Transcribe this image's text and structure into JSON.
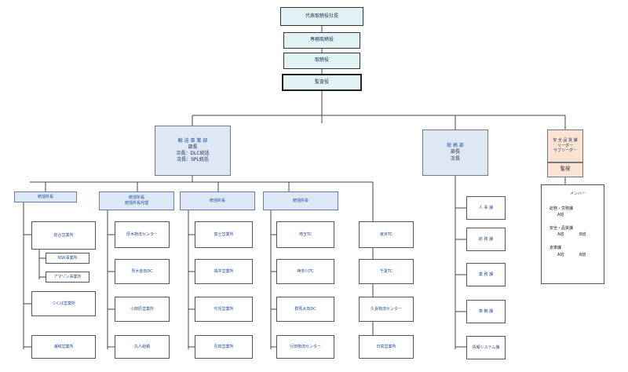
{
  "executives": {
    "president": "代表取締役社長",
    "managing": "専務取締役",
    "director": "取締役",
    "auditor": "監査役"
  },
  "departments": {
    "transport": {
      "title": "輸 送 事 業 部",
      "line1": "部長",
      "line2": "次長：DLC統括",
      "line3": "次長：SPL統括"
    },
    "general": {
      "title": "総 務 部",
      "line1": "部長",
      "line2": "次長"
    },
    "safety": {
      "line1": "安 全 品 質 課",
      "line2": "リーダー",
      "line3": "サブリーダー",
      "audit": "監視"
    }
  },
  "sections": {
    "s1": "統括所長",
    "s2a": "統括所長",
    "s2b": "統括所長代理",
    "s3": "統括所長",
    "s4": "統括所長"
  },
  "col1": {
    "sogo": "総合営業所",
    "nsk": "NSK事業所",
    "amazon": "アマゾン事業所",
    "tsukuba": "つくば営業所",
    "urawa": "浦和営業所"
  },
  "col2": [
    "厚木物流センター",
    "厚木金田DC",
    "小田原営業所",
    "丸人組積"
  ],
  "col3": [
    "富士営業所",
    "袋井営業所",
    "可児営業所",
    "島田営業所"
  ],
  "col4": [
    "埼玉TC",
    "神奈川TC",
    "群馬太田DC",
    "行田物流センター"
  ],
  "col5": [
    "東京TC",
    "千葉TC",
    "久喜物流センター",
    "日高営業所"
  ],
  "general_sections": [
    "人 事 課",
    "総 務 課",
    "業 務 課",
    "車 輌 課",
    "情報システム課"
  ],
  "members": {
    "title": "メンバー",
    "row1_label": "総務・労務課",
    "row1_a": "A班",
    "row2_label": "安全・品質課",
    "row2_a": "A班",
    "row2_b": "B班",
    "row3_label": "倉庫課",
    "row3_a": "A班",
    "row3_b": "B班"
  }
}
